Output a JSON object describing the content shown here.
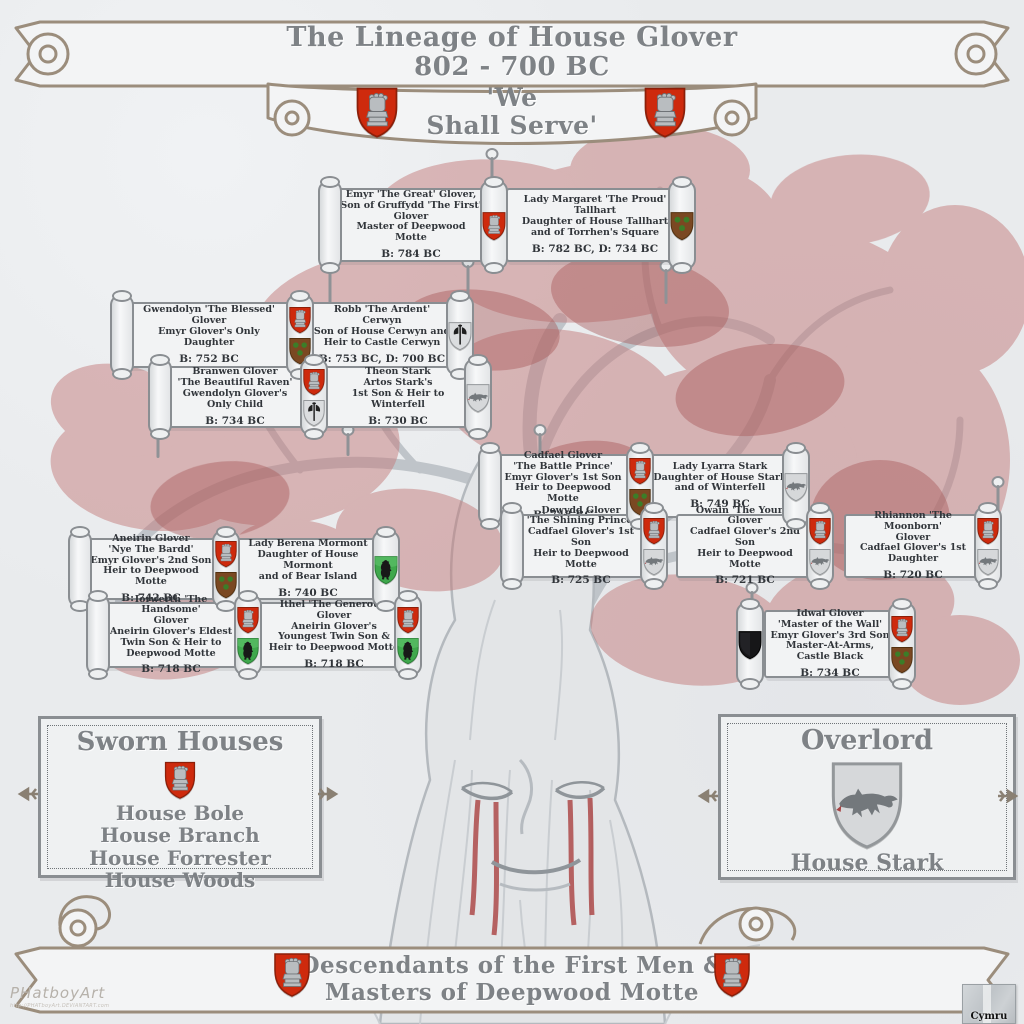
{
  "banner": {
    "title": "The Lineage of House Glover",
    "dates": "802 - 700 BC",
    "motto": "'We\nShall Serve'"
  },
  "people": {
    "emyr": {
      "text": "Emyr 'The Great' Glover,\nSon of Gruffydd 'The First'\nGlover\nMaster of Deepwood\nMotte",
      "birth": "B: 784 BC"
    },
    "margaret": {
      "text": "Lady Margaret 'The Proud'\nTallhart\nDaughter of House Tallhart\nand of Torrhen's Square",
      "birth": "B: 782 BC, D: 734 BC"
    },
    "gwendolyn": {
      "text": "Gwendolyn 'The Blessed'\nGlover\nEmyr Glover's Only\nDaughter",
      "birth": "B: 752 BC"
    },
    "robb": {
      "text": "Robb 'The Ardent'\nCerwyn\nSon of House Cerwyn and\nHeir to Castle Cerwyn",
      "birth": "B: 753 BC, D: 700 BC"
    },
    "branwen": {
      "text": "Branwen Glover\n'The Beautiful Raven'\nGwendolyn Glover's\nOnly Child",
      "birth": "B: 734 BC"
    },
    "theon": {
      "text": "Theon Stark\nArtos Stark's\n1st Son & Heir to Winterfell",
      "birth": "B: 730 BC"
    },
    "cadfael": {
      "text": "Cadfael Glover\n'The Battle Prince'\nEmyr Glover's 1st Son\nHeir to Deepwood Motte",
      "birth": "B: 748 BC"
    },
    "lyarra": {
      "text": "Lady Lyarra Stark\nDaughter of House Stark\nand of Winterfell",
      "birth": "B: 749 BC"
    },
    "dewydd": {
      "text": "Dewydd Glover\n'The Shining Prince'\nCadfael Glover's 1st Son\nHeir to Deepwood Motte",
      "birth": "B: 725 BC"
    },
    "owain": {
      "text": "Owain 'The Young' Glover\nCadfael Glover's 2nd Son\nHeir to Deepwood Motte",
      "birth": "B: 721 BC"
    },
    "rhiannon": {
      "text": "Rhiannon 'The Moonborn'\nGlover\nCadfael Glover's 1st Daughter",
      "birth": "B: 720 BC"
    },
    "aneirin": {
      "text": "Aneirin Glover\n'Nye The Bardd'\nEmyr Glover's 2nd Son\nHeir to Deepwood Motte",
      "birth": "B: 742 BC"
    },
    "berena": {
      "text": "Lady Berena Mormont\nDaughter of House Mormont\nand of Bear Island",
      "birth": "B: 740 BC"
    },
    "iorwerth": {
      "text": "Iorwerth 'The Handsome'\nGlover\nAneirin Glover's Eldest\nTwin Son & Heir to\nDeepwood Motte",
      "birth": "B: 718 BC"
    },
    "ithel": {
      "text": "Ithel 'The Generous' Glover\nAneirin Glover's\nYoungest Twin Son &\nHeir to Deepwood Motte",
      "birth": "B: 718 BC"
    },
    "idwal": {
      "text": "Idwal Glover\n'Master of the Wall'\nEmyr Glover's 3rd Son\nMaster-At-Arms,\nCastle Black",
      "birth": "B: 734 BC"
    }
  },
  "sworn": {
    "title": "Sworn Houses",
    "houses": [
      "House Bole",
      "House Branch",
      "House Forrester",
      "House Woods"
    ]
  },
  "overlord": {
    "title": "Overlord",
    "house": "House Stark"
  },
  "bottom_banner": {
    "text": "Descendants of the First Men &\nMasters of Deepwood Motte"
  },
  "credits": {
    "artist": "PHatboyArt",
    "url": "http://PHATboyArt.DEVIANTART.com",
    "stamp": "Cymru"
  },
  "shields": {
    "glover": {
      "house": "House Glover",
      "field": "#ce2a0d",
      "charge": "#b9bdc0"
    },
    "tallhart": {
      "house": "House Tallhart",
      "field": "#7a4822",
      "charge": "#3c7d28"
    },
    "cerwyn": {
      "house": "House Cerwyn",
      "field": "#dbdddf",
      "charge": "#1f1f1f"
    },
    "stark": {
      "house": "House Stark",
      "field": "#d6d8da",
      "charge": "#73787c"
    },
    "mormont": {
      "house": "House Mormont",
      "field": "#3fa84c",
      "charge": "#181818"
    },
    "nightswatch": {
      "house": "Night's Watch",
      "field": "#161618",
      "charge": "#161618"
    }
  },
  "colors": {
    "paper": "#e9ebed",
    "ribbon_outline": "#9b8d7c",
    "title_text": "#7e8286",
    "box_text": "#31353a",
    "box_border": "#8a8e92",
    "leaf_red": "#c27a7a",
    "trunk_grey": "#b4b9be",
    "tear_red": "#ad4a4a"
  }
}
